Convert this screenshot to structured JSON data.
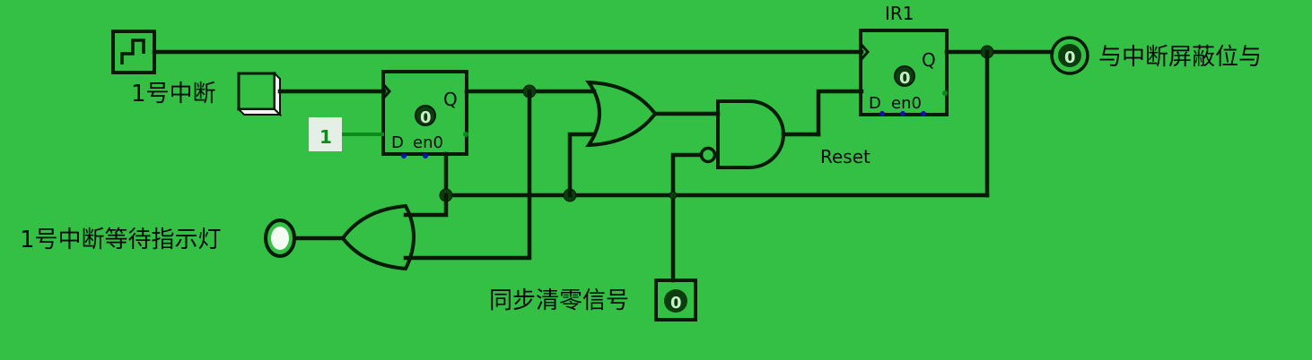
{
  "canvas": {
    "background": "#33c044",
    "wire_color": "#061a06"
  },
  "labels": {
    "clock_input": "",
    "interrupt1_input": "1号中断",
    "interrupt1_wait_led": "1号中断等待指示灯",
    "sync_clear": "同步清零信号",
    "mask_and_output": "与中断屏蔽位与",
    "reset": "Reset",
    "register_ir1": "IR1"
  },
  "flipflop1": {
    "q_label": "Q",
    "d_label": "D",
    "en_label": "en0",
    "state": "0"
  },
  "flipflop_ir1": {
    "title": "IR1",
    "q_label": "Q",
    "d_label": "D",
    "en_label": "en0",
    "state": "0"
  },
  "constant_input": {
    "value": "1"
  },
  "sync_clear_pin": {
    "value": "0"
  },
  "output_pin": {
    "value": "0"
  },
  "gates": [
    "OR (feedback)",
    "AND with inverted input",
    "OR (indicator)"
  ]
}
